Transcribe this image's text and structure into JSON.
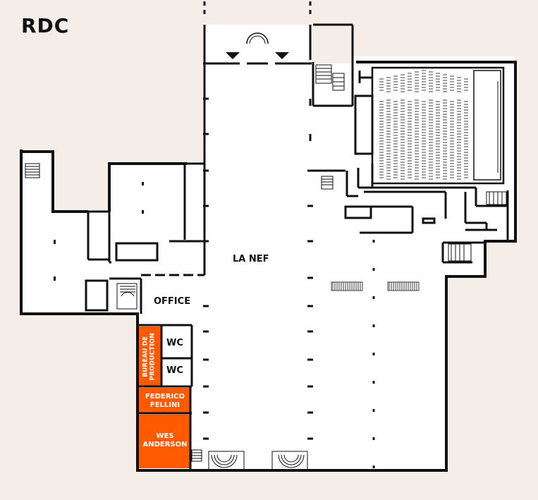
{
  "floor": {
    "label": "RDC"
  },
  "rooms": {
    "nef": "LA NEF",
    "office": "OFFICE",
    "wc_upper": "WC",
    "wc_lower": "WC",
    "bureau_line1": "BUREAU DE",
    "bureau_line2": "PRODUCTION",
    "fellini_line1": "FEDERICO",
    "fellini_line2": "FELLINI",
    "anderson_line1": "WES",
    "anderson_line2": "ANDERSON"
  },
  "colors": {
    "background": "#f4ede8",
    "floor": "#ffffff",
    "wall": "#111111",
    "highlight": "#ff5a00",
    "highlight_text": "#ffffff"
  }
}
